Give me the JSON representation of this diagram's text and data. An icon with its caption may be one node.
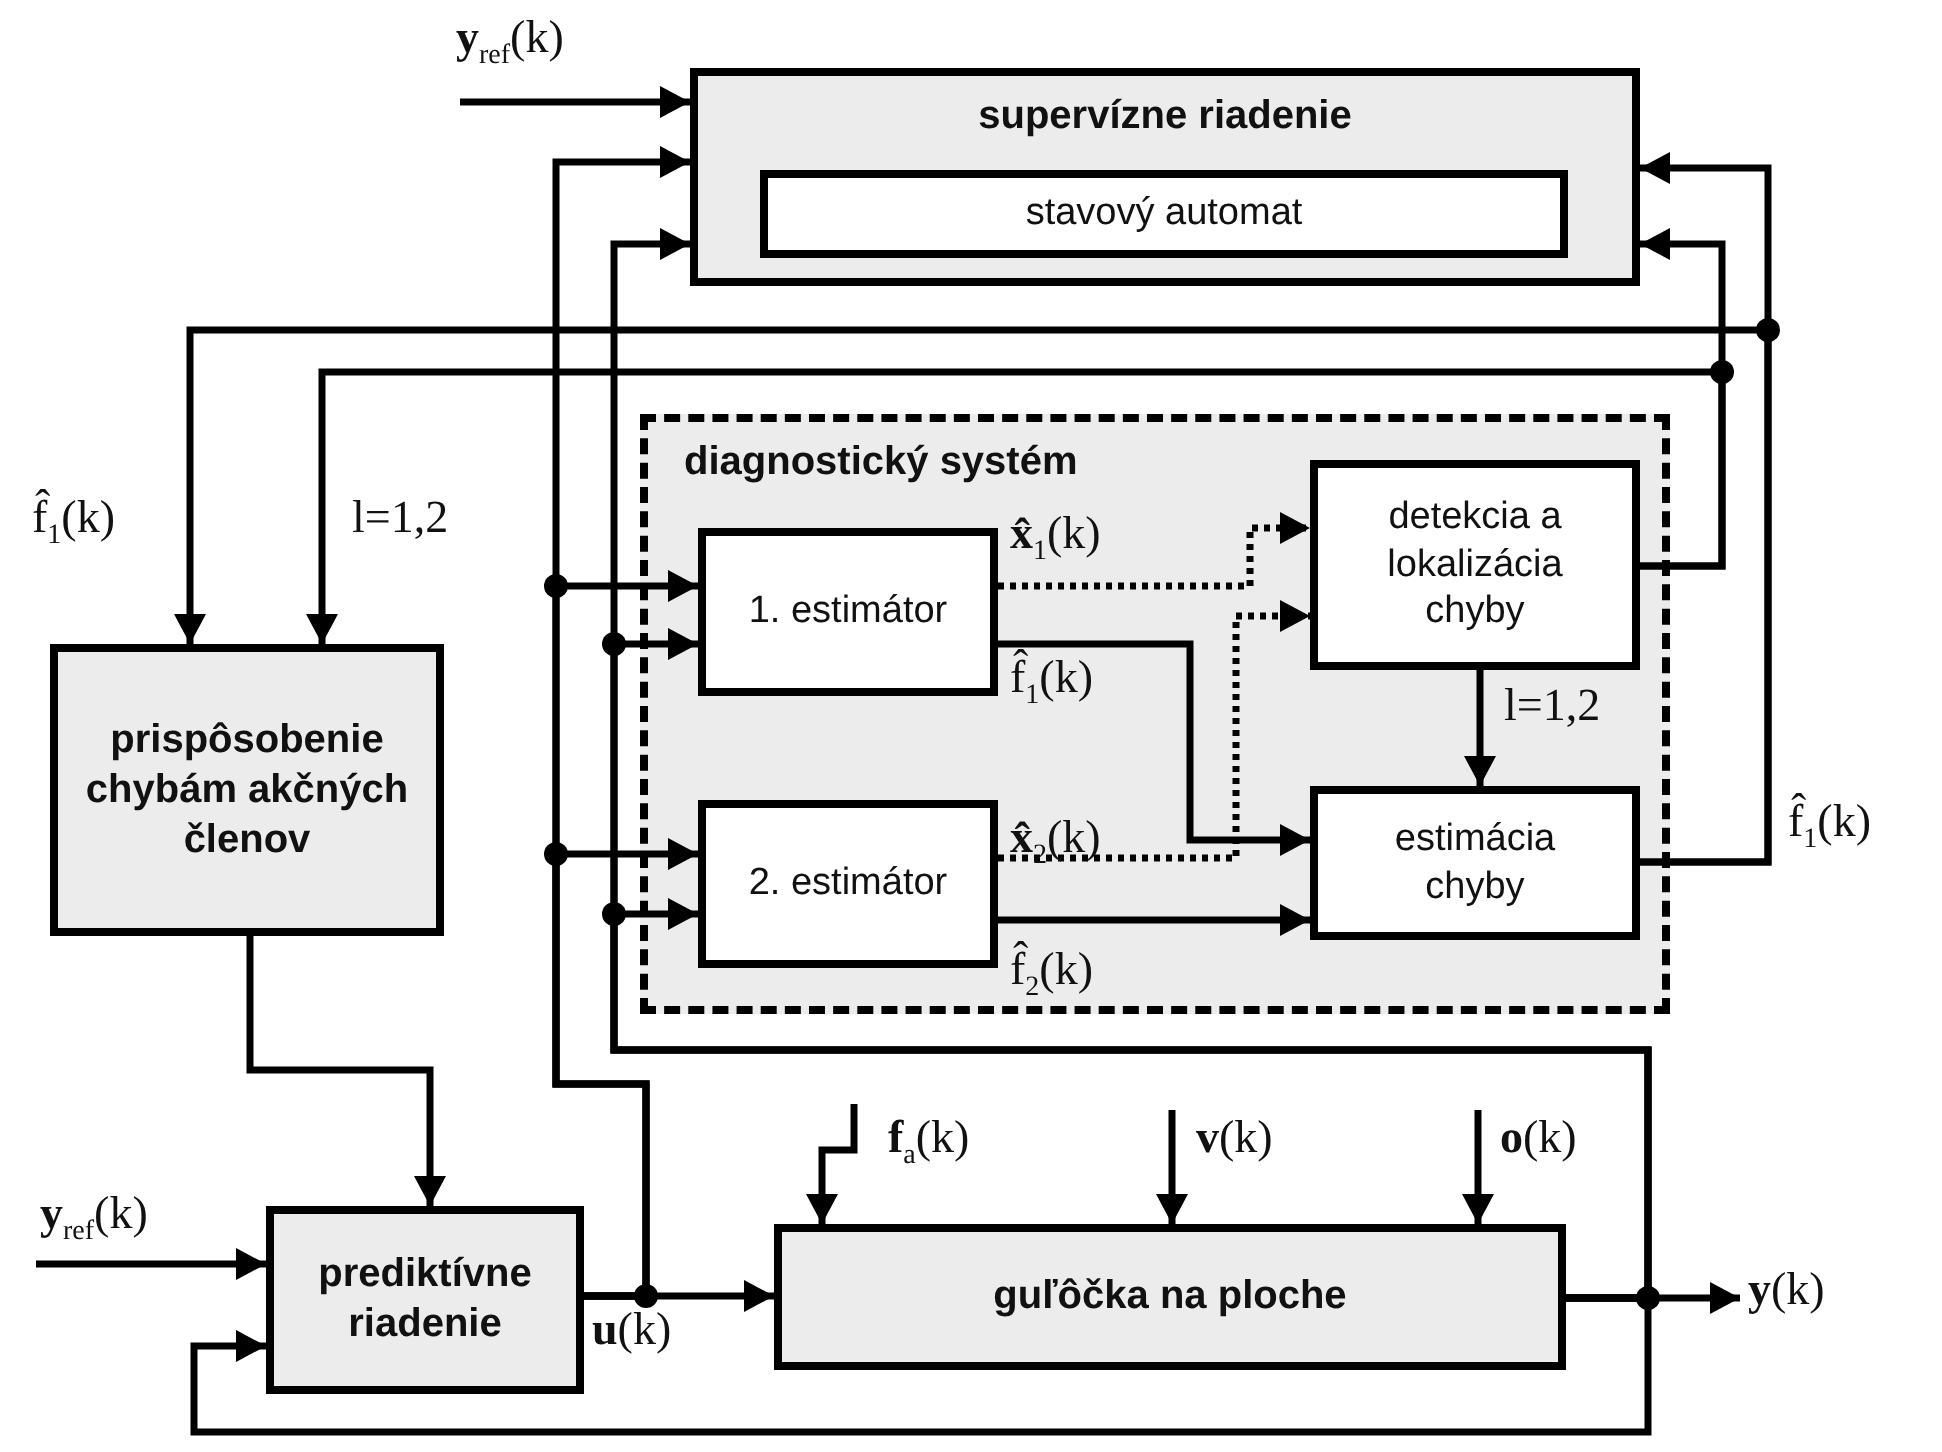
{
  "diagram": {
    "nodes": [
      {
        "text": [
          "supervízne riadenie"
        ]
      },
      {
        "text": [
          "stavový automat"
        ],
        "in": 0
      },
      {
        "text": [
          "diagnostický systém"
        ]
      },
      {
        "text": [
          "1. estimátor"
        ],
        "in": 2
      },
      {
        "text": [
          "detekcia a lokalizácia chyby"
        ],
        "in": 2
      },
      {
        "text": [
          "2. estimátor"
        ],
        "in": 2
      },
      {
        "text": [
          "estimácia chyby"
        ],
        "in": 2
      },
      {
        "text": [
          "prispôsobenie chybám akčných členov"
        ]
      },
      {
        "text": [
          "prediktívne riadenie"
        ]
      },
      {
        "text": [
          "guľôčka na ploche"
        ]
      }
    ],
    "edges": [
      {
        "from": null,
        "to": 0,
        "arrow": "to",
        "label": "**y**$_{ref}$(k)"
      },
      {
        "from": 8,
        "to": 0,
        "arrow": "to"
      },
      {
        "from": 8,
        "to": 3,
        "arrow": "to"
      },
      {
        "from": 8,
        "to": 5,
        "arrow": "to"
      },
      {
        "from": 8,
        "to": 9,
        "arrow": "to",
        "label": "**u**(k)"
      },
      {
        "from": 9,
        "to": 0,
        "arrow": "to"
      },
      {
        "from": 9,
        "to": 3,
        "arrow": "to"
      },
      {
        "from": 9,
        "to": 5,
        "arrow": "to"
      },
      {
        "from": 9,
        "to": 8,
        "arrow": "to"
      },
      {
        "from": 9,
        "to": null,
        "arrow": "to",
        "label": "**y**(k)"
      },
      {
        "from": 3,
        "to": 4,
        "arrow": "to",
        "style": "dashed",
        "label": "**x̂**$_{1}$(k)"
      },
      {
        "from": 3,
        "to": 6,
        "arrow": "to",
        "label": "f̂$_{1}$(k)"
      },
      {
        "from": 5,
        "to": 4,
        "arrow": "to",
        "style": "dashed",
        "label": "**x̂**$_{2}$(k)"
      },
      {
        "from": 5,
        "to": 6,
        "arrow": "to",
        "label": "f̂$_{2}$(k)"
      },
      {
        "from": 4,
        "to": 6,
        "arrow": "to",
        "label": "l=1,2"
      },
      {
        "from": 4,
        "to": 0,
        "arrow": "to"
      },
      {
        "from": 4,
        "to": 7,
        "arrow": "to",
        "label": "l=1,2"
      },
      {
        "from": 6,
        "to": 0,
        "arrow": "to",
        "label": "f̂$_{1}$(k)"
      },
      {
        "from": 6,
        "to": 7,
        "arrow": "to",
        "label": "f̂$_{1}$(k)"
      },
      {
        "from": 7,
        "to": 8,
        "arrow": "to"
      },
      {
        "from": null,
        "to": 8,
        "arrow": "to",
        "label": "**y**$_{ref}$(k)"
      },
      {
        "from": null,
        "to": 9,
        "arrow": "to",
        "label": "**f**$_{a}$(k)"
      },
      {
        "from": null,
        "to": 9,
        "arrow": "to",
        "label": "**v**(k)"
      },
      {
        "from": null,
        "to": 9,
        "arrow": "to",
        "label": "**o**(k)"
      }
    ]
  }
}
